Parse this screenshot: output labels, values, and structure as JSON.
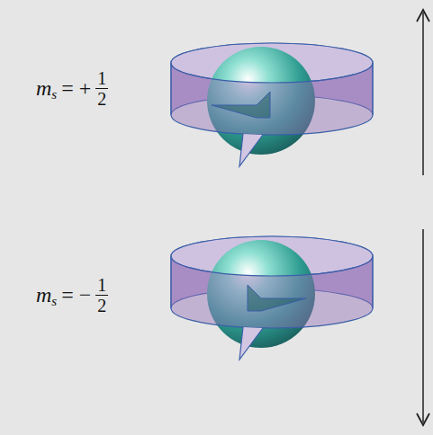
{
  "diagram": {
    "labels": [
      "m",
      "s",
      "= +",
      "1",
      "2",
      "m",
      "s",
      "= −",
      "1",
      "2"
    ]
  }
}
